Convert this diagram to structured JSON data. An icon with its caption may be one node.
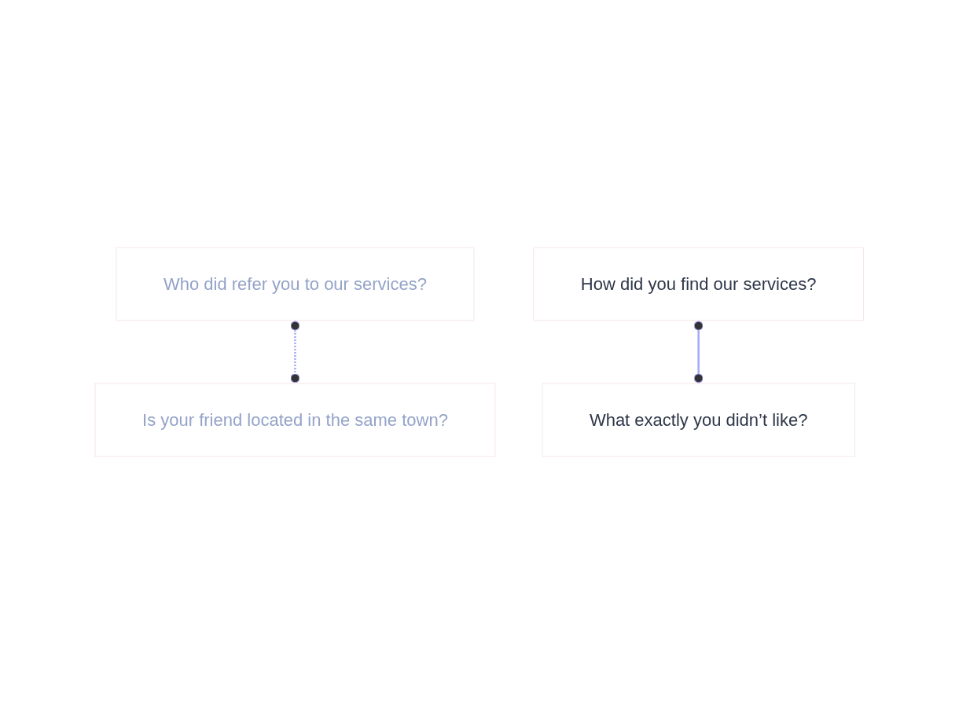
{
  "diagram": {
    "nodes": [
      {
        "text": [
          "Who did refer you to our services?"
        ]
      },
      {
        "text": [
          "How did you find our services?"
        ]
      },
      {
        "text": [
          "Is your friend located in the same town?"
        ]
      },
      {
        "text": [
          "What exactly you didn’t like?"
        ]
      }
    ],
    "edges": [
      {
        "from": 0,
        "to": 2,
        "arrow": "other",
        "style": "dashed"
      },
      {
        "from": 1,
        "to": 3,
        "arrow": "other"
      }
    ]
  }
}
